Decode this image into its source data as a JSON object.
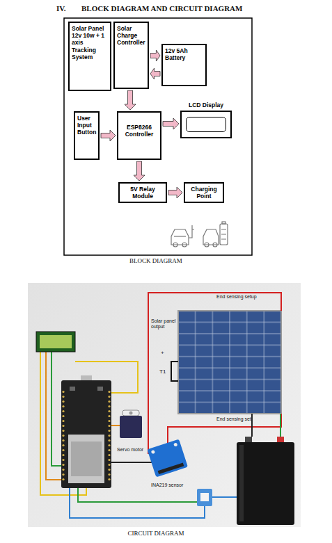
{
  "diagram": {
    "title": "BLOCK DIAGRAM AND CIRCUIT DIAGRAM",
    "nodes": [
      {
        "text": [
          "Solar Panel 12v 10w + 1 axis Tracking System"
        ]
      },
      {
        "text": [
          "Solar Charge Controller"
        ]
      },
      {
        "text": [
          "12v 5Ah Battery"
        ]
      },
      {
        "text": [
          "User Input Button"
        ]
      },
      {
        "text": [
          "ESP8266 Controller"
        ]
      },
      {
        "text": [
          "LCD Display"
        ]
      },
      {
        "text": [
          "5V Relay Module"
        ]
      },
      {
        "text": [
          "Charging Point"
        ]
      }
    ],
    "edges": [
      {
        "from": 1,
        "to": 2,
        "arrow": "to"
      },
      {
        "from": 2,
        "to": 1,
        "arrow": "to"
      },
      {
        "from": 1,
        "to": 4,
        "arrow": "to"
      },
      {
        "from": 3,
        "to": 4,
        "arrow": "to"
      },
      {
        "from": 4,
        "to": 5,
        "arrow": "to"
      },
      {
        "from": 4,
        "to": 6,
        "arrow": "to"
      },
      {
        "from": 6,
        "to": 7,
        "arrow": "to"
      }
    ],
    "labels": [
      "IV.",
      "BLOCK DIAGRAM",
      "End sensing setup",
      "Solar panel output",
      "+",
      "T1",
      "End sensing set",
      "Servo motor",
      "INA219 sensor",
      "CIRCUIT DIAGRAM"
    ]
  }
}
